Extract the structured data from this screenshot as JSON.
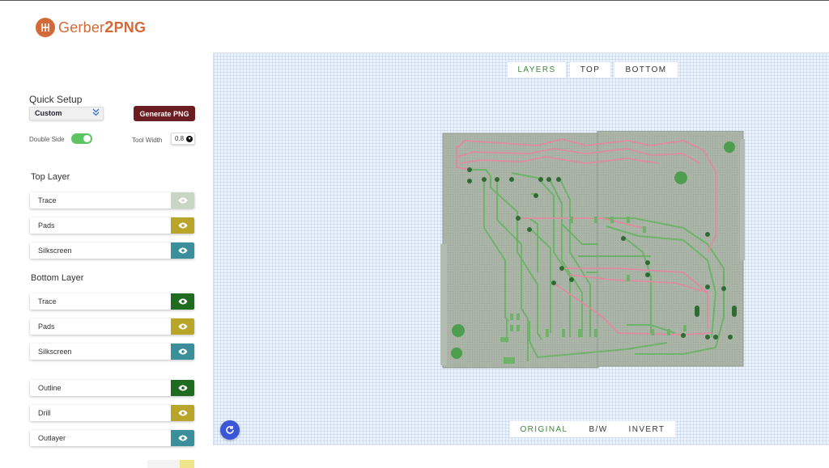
{
  "app": {
    "logo_prefix": "Gerber",
    "logo_two": "2",
    "logo_suffix": "PNG"
  },
  "quick_setup": {
    "title": "Quick Setup",
    "selected": "Custom",
    "generate_label": "Generate PNG",
    "double_side_label": "Double Side",
    "double_side_on": true,
    "tool_width_label": "Tool Width",
    "tool_width_value": "0.8"
  },
  "top_layer": {
    "title": "Top Layer",
    "rows": [
      {
        "label": "Trace",
        "color": "#c9d6c6"
      },
      {
        "label": "Pads",
        "color": "#b9a52a"
      },
      {
        "label": "Silkscreen",
        "color": "#3a8f9a"
      }
    ]
  },
  "bottom_layer": {
    "title": "Bottom Layer",
    "rows": [
      {
        "label": "Trace",
        "color": "#1f6b1f"
      },
      {
        "label": "Pads",
        "color": "#b9a52a"
      },
      {
        "label": "Silkscreen",
        "color": "#3a8f9a"
      }
    ]
  },
  "extra_layers": {
    "rows": [
      {
        "label": "Outline",
        "color": "#1f6b1f"
      },
      {
        "label": "Drill",
        "color": "#b9a52a"
      },
      {
        "label": "Outlayer",
        "color": "#3a8f9a"
      }
    ]
  },
  "view_tabs": [
    "LAYERS",
    "TOP",
    "BOTTOM"
  ],
  "mode_tabs": [
    "ORIGINAL",
    "B/W",
    "INVERT"
  ],
  "colors": {
    "accent": "#3a8a3a",
    "generate_button": "#6b1d22",
    "board": "#a9b3a6",
    "bottom_trace": "#6fb36a",
    "top_trace": "#e08aa0",
    "pad": "#2f6b33"
  }
}
